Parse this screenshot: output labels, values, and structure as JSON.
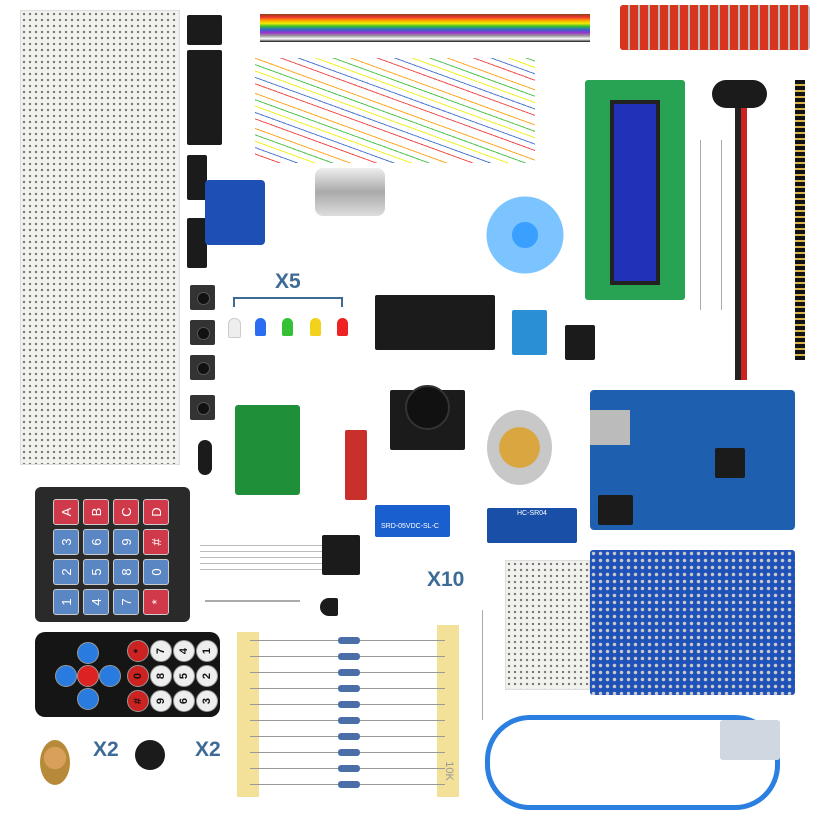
{
  "labels": {
    "leds_qty": "X5",
    "resistors_qty": "X10",
    "pot_qty": "X2",
    "buzzer_qty": "X2"
  },
  "keypad": {
    "keys": [
      "A",
      "B",
      "C",
      "D",
      "3",
      "6",
      "9",
      "#",
      "2",
      "5",
      "8",
      "0",
      "1",
      "4",
      "7",
      "*"
    ],
    "red_keys": [
      "A",
      "B",
      "C",
      "D",
      "#",
      "*"
    ]
  },
  "remote": {
    "keys": [
      "*",
      "7",
      "4",
      "1",
      "0",
      "8",
      "5",
      "2",
      "#",
      "9",
      "6",
      "3"
    ]
  },
  "relay": {
    "text": "SRD-05VDC-SL-C"
  },
  "ultrasonic": {
    "text": "HC-SR04"
  },
  "resistor_strip": {
    "text": "10K"
  },
  "colors": {
    "label": "#3d6b96",
    "board_blue": "#1f5fb0",
    "keypad_red": "#d0394a",
    "keypad_blue": "#5b86c4"
  }
}
